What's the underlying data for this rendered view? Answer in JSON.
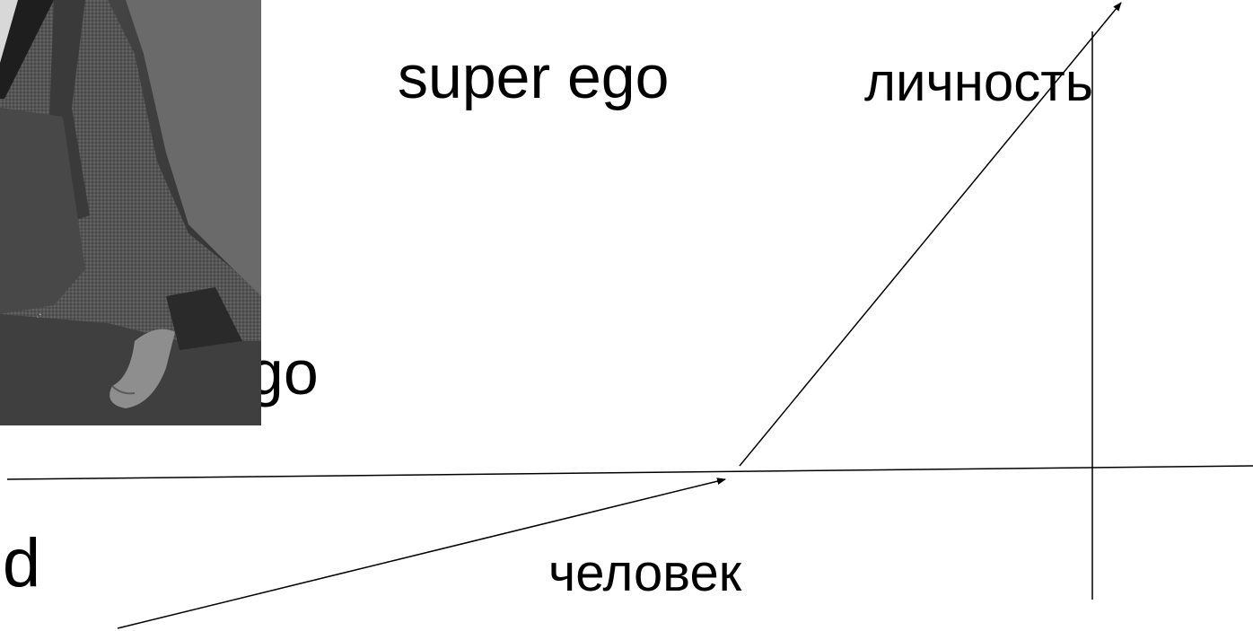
{
  "labels": {
    "super_ego": "super ego",
    "lichnost": "личность",
    "ego": "ego",
    "id": "id",
    "chelovek": "человек"
  },
  "photo": {
    "description_icon": "portrait-photo"
  },
  "colors": {
    "ink": "#000000",
    "background": "#ffffff",
    "photo_dark": "#2b2b2b",
    "photo_mid": "#5a5a5a",
    "photo_light": "#9a9a9a"
  }
}
